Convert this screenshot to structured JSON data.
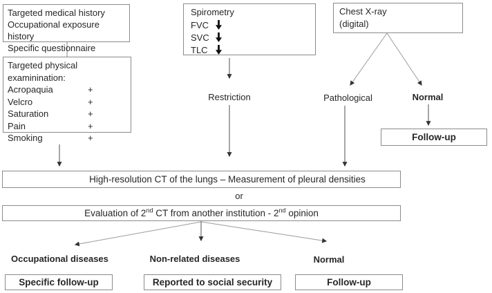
{
  "diagram": {
    "history_box": {
      "lines": [
        "Targeted medical history",
        "Occupational exposure history",
        "Specific questionnaire"
      ]
    },
    "physical_exam_box": {
      "title": "Targeted physical examinination:",
      "items": [
        {
          "label": "Acropaquia",
          "sign": "+"
        },
        {
          "label": "Velcro",
          "sign": "+"
        },
        {
          "label": "Saturation",
          "sign": "+"
        },
        {
          "label": "Pain",
          "sign": "+"
        },
        {
          "label": "Smoking",
          "sign": "+"
        }
      ]
    },
    "spirometry_box": {
      "title": "Spirometry",
      "items": [
        {
          "label": "FVC",
          "icon": "down-arrow"
        },
        {
          "label": "SVC",
          "icon": "down-arrow"
        },
        {
          "label": "TLC",
          "icon": "down-arrow"
        }
      ]
    },
    "chest_xray_box": {
      "lines": [
        "Chest X-ray",
        "(digital)"
      ]
    },
    "labels": {
      "restriction": "Restriction",
      "pathological": "Pathological",
      "normal_xray": "Normal",
      "or": "or",
      "occupational_diseases": "Occupational diseases",
      "non_related_diseases": "Non-related diseases",
      "normal_final": "Normal"
    },
    "hrct_box": {
      "text": "High-resolution CT of the lungs – Measurement of pleural densities"
    },
    "second_opinion_box": {
      "part1": "Evaluation of 2",
      "sup1": "nd",
      "part2": " CT from another institution - 2",
      "sup2": "nd",
      "part3": " opinion"
    },
    "followup_xray_box": {
      "text": "Follow-up"
    },
    "specific_followup_box": {
      "text": "Specific follow-up"
    },
    "reported_box": {
      "text": "Reported to social security"
    },
    "followup_final_box": {
      "text": "Follow-up"
    }
  },
  "colors": {
    "border": "#8a8a8a",
    "text": "#262626",
    "arrow_line": "#4d4d4d",
    "fan_line": "#9a9a9a",
    "arrowhead": "#333333"
  }
}
